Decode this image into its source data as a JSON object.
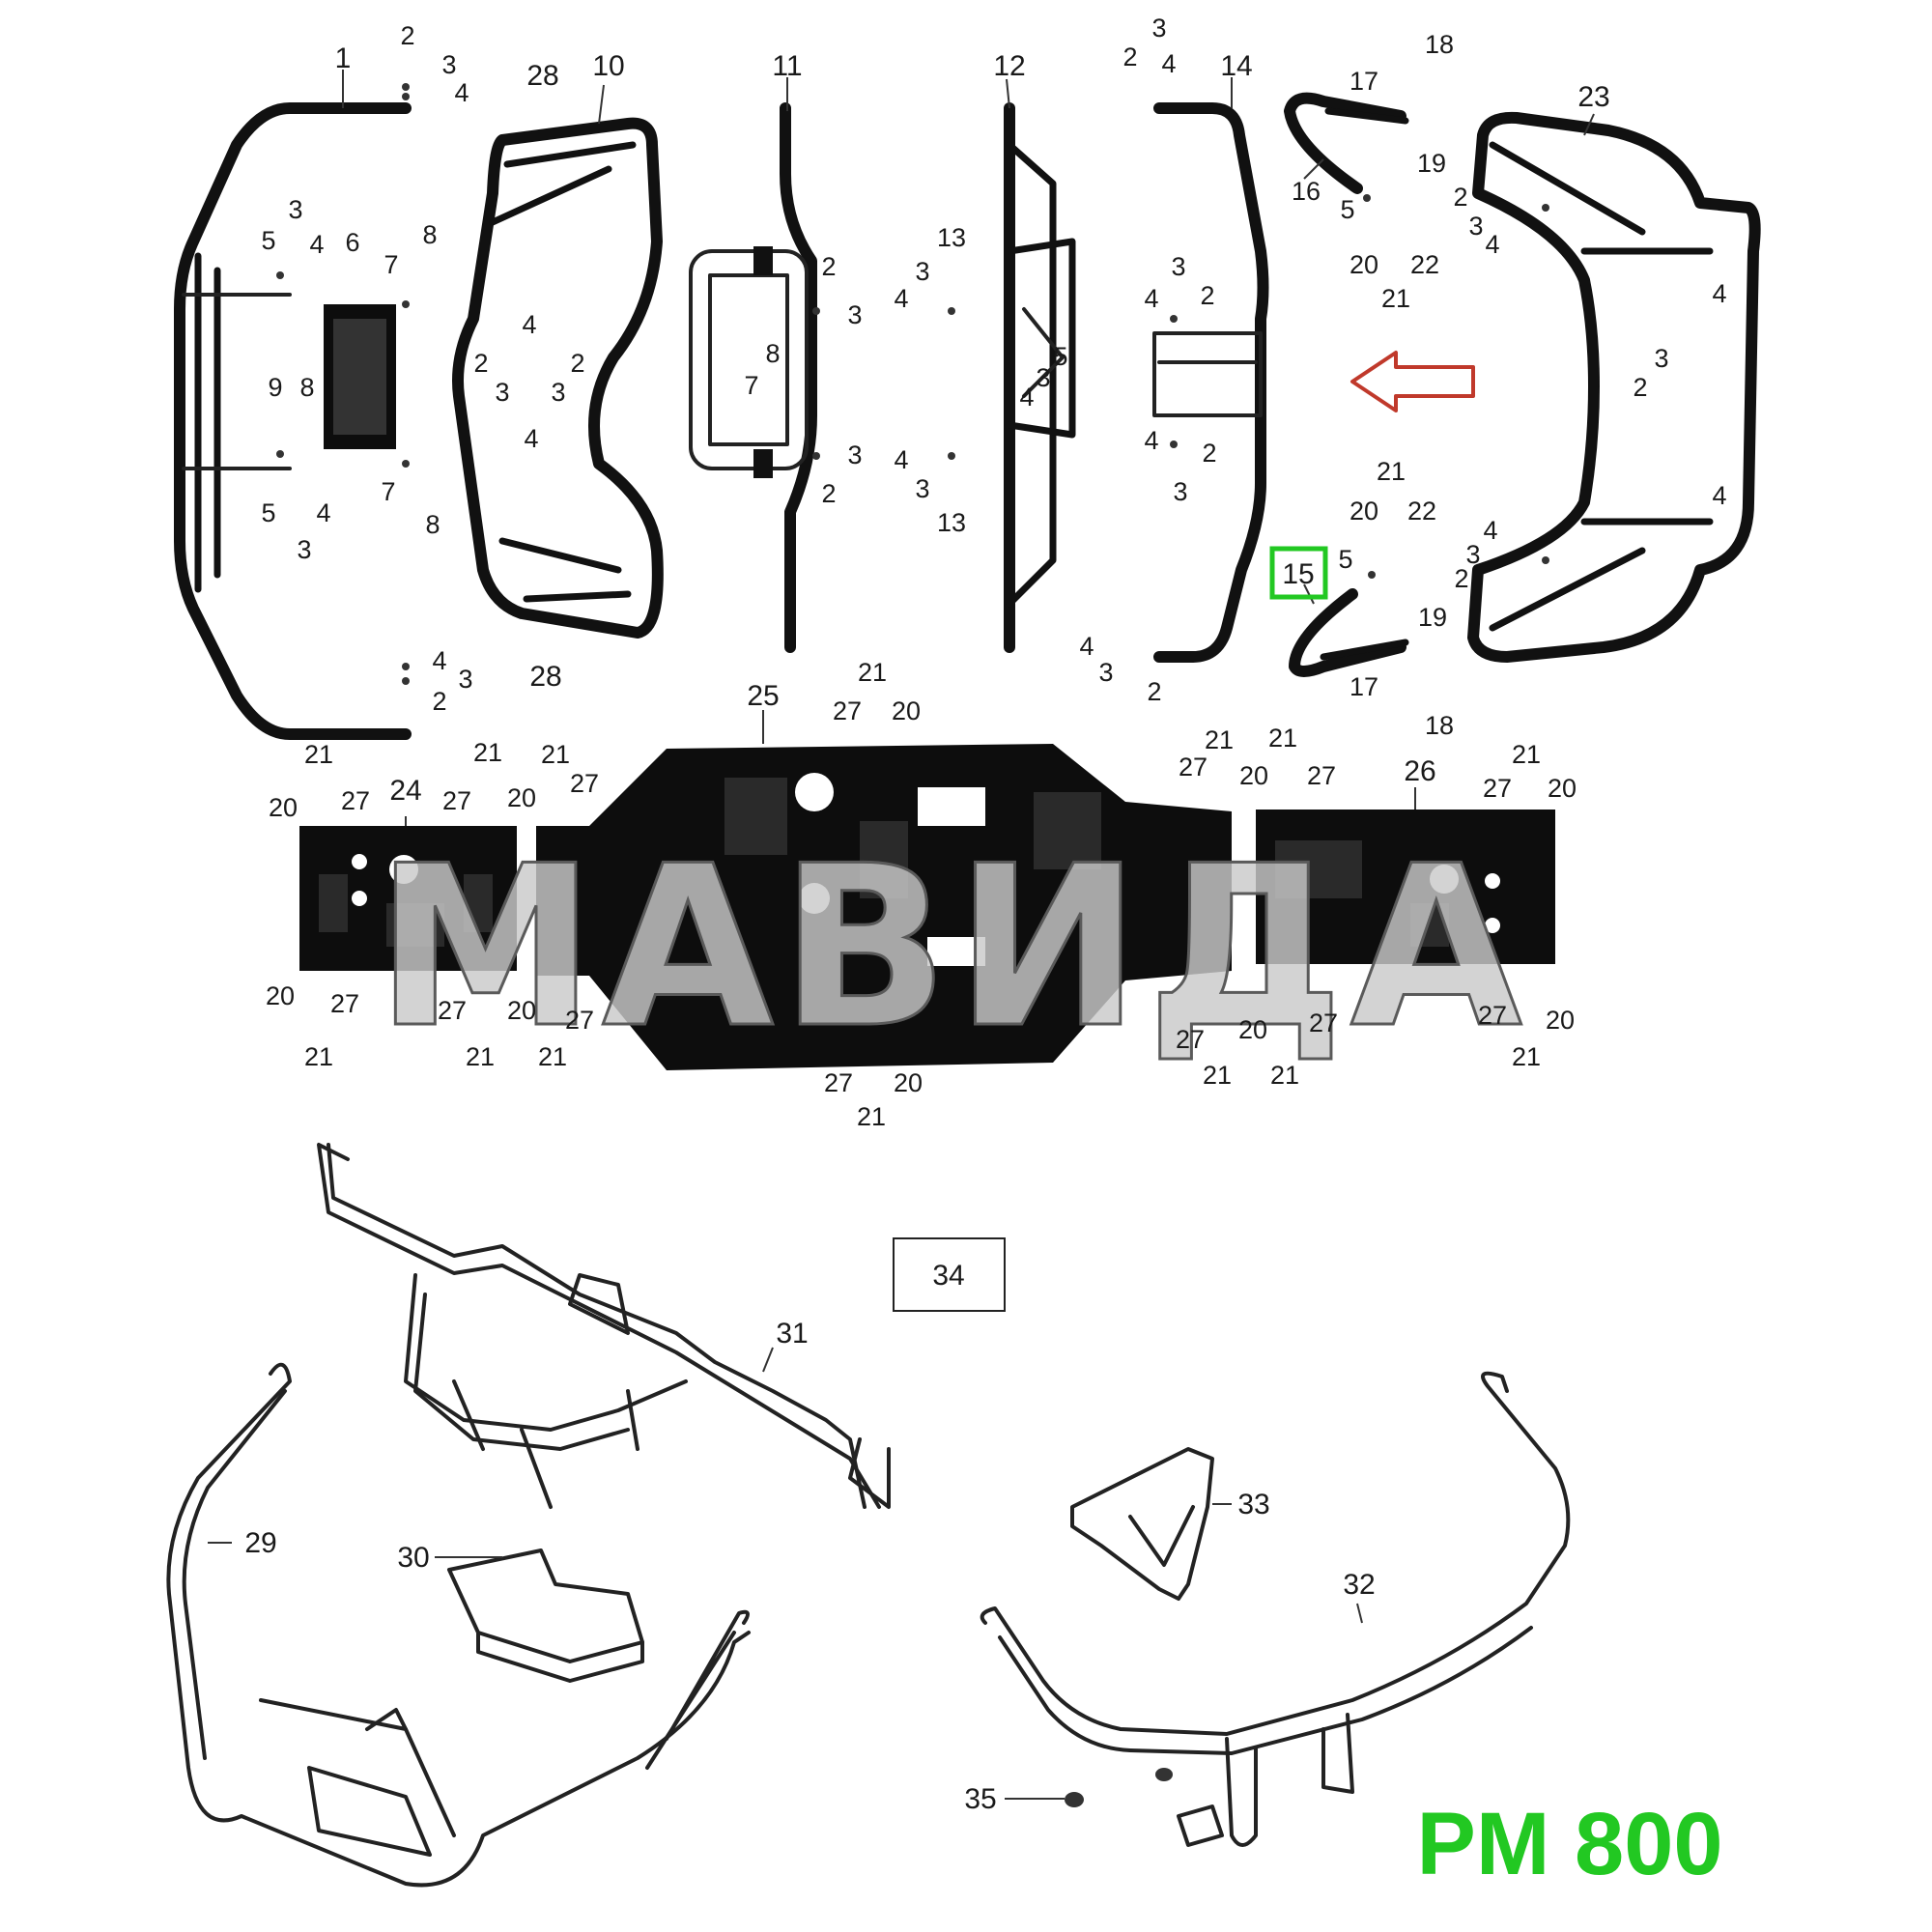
{
  "diagram": {
    "watermark": "МАВИДА",
    "model_label": "PM 800",
    "model_color": "#22c822",
    "highlight_color": "#22c822",
    "arrow_color": "#c0392b",
    "arrow_icon": "left-arrow-icon",
    "highlighted_part": "15",
    "boxed_part": "34",
    "part_numbers": [
      "1",
      "2",
      "3",
      "4",
      "5",
      "6",
      "7",
      "8",
      "9",
      "10",
      "11",
      "12",
      "13",
      "14",
      "15",
      "16",
      "17",
      "18",
      "19",
      "20",
      "21",
      "22",
      "23",
      "24",
      "25",
      "26",
      "27",
      "28",
      "29",
      "30",
      "31",
      "32",
      "33",
      "34",
      "35"
    ]
  }
}
